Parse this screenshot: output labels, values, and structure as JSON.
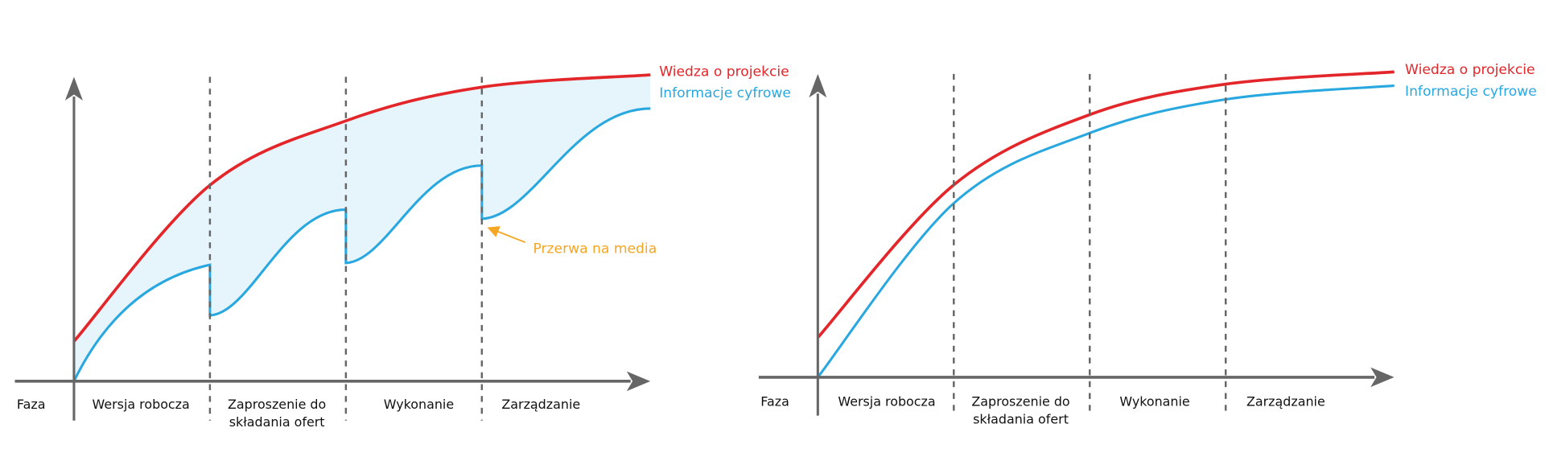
{
  "colors": {
    "knowledge": "#e3262a",
    "digital": "#29a8e0",
    "gap_fill": "#e6f4fb",
    "axis": "#666666",
    "annotation": "#f5a623"
  },
  "chart_data": [
    {
      "type": "line",
      "title": "",
      "xlabel": "Faza",
      "ylabel": "",
      "phases": [
        "Wersja robocza",
        "Zaproszenie do",
        "składania ofert",
        "Wykonanie",
        "Zarządzanie"
      ],
      "phase_labels": {
        "faza": "Faza",
        "p1": "Wersja robocza",
        "p2a": "Zaproszenie do",
        "p2b": "składania ofert",
        "p3": "Wykonanie",
        "p4": "Zarządzanie"
      },
      "legend": {
        "knowledge": "Wiedza o projekcie",
        "digital": "Informacje cyfrowe"
      },
      "annotation": "Przerwa na media",
      "xlim": [
        0,
        4.24
      ],
      "ylim": [
        0,
        100
      ],
      "series": [
        {
          "name": "Wiedza o projekcie",
          "x": [
            0,
            1,
            2,
            3,
            4.24
          ],
          "y": [
            13,
            64,
            85,
            96,
            100
          ]
        },
        {
          "name": "Informacje cyfrowe",
          "segments": [
            {
              "x": [
                0,
                1
              ],
              "y": [
                0,
                38
              ]
            },
            {
              "x": [
                1,
                2
              ],
              "y": [
                21.5,
                56
              ]
            },
            {
              "x": [
                2,
                3
              ],
              "y": [
                38.6,
                70.4
              ]
            },
            {
              "x": [
                3,
                4.24
              ],
              "y": [
                53,
                89
              ]
            }
          ]
        }
      ]
    },
    {
      "type": "line",
      "title": "",
      "xlabel": "Faza",
      "ylabel": "",
      "phase_labels": {
        "faza": "Faza",
        "p1": "Wersja robocza",
        "p2a": "Zaproszenie do",
        "p2b": "składania ofert",
        "p3": "Wykonanie",
        "p4": "Zarządzanie"
      },
      "legend": {
        "knowledge": "Wiedza o projekcie",
        "digital": "Informacje cyfrowe"
      },
      "xlim": [
        0,
        4.24
      ],
      "ylim": [
        0,
        100
      ],
      "series": [
        {
          "name": "Wiedza o projekcie",
          "x": [
            0,
            1,
            2,
            3,
            4.24
          ],
          "y": [
            13,
            63,
            86,
            96,
            100
          ]
        },
        {
          "name": "Informacje cyfrowe",
          "x": [
            0,
            1,
            2,
            3,
            4.24
          ],
          "y": [
            0,
            57,
            80,
            91,
            95.5
          ]
        }
      ]
    }
  ]
}
